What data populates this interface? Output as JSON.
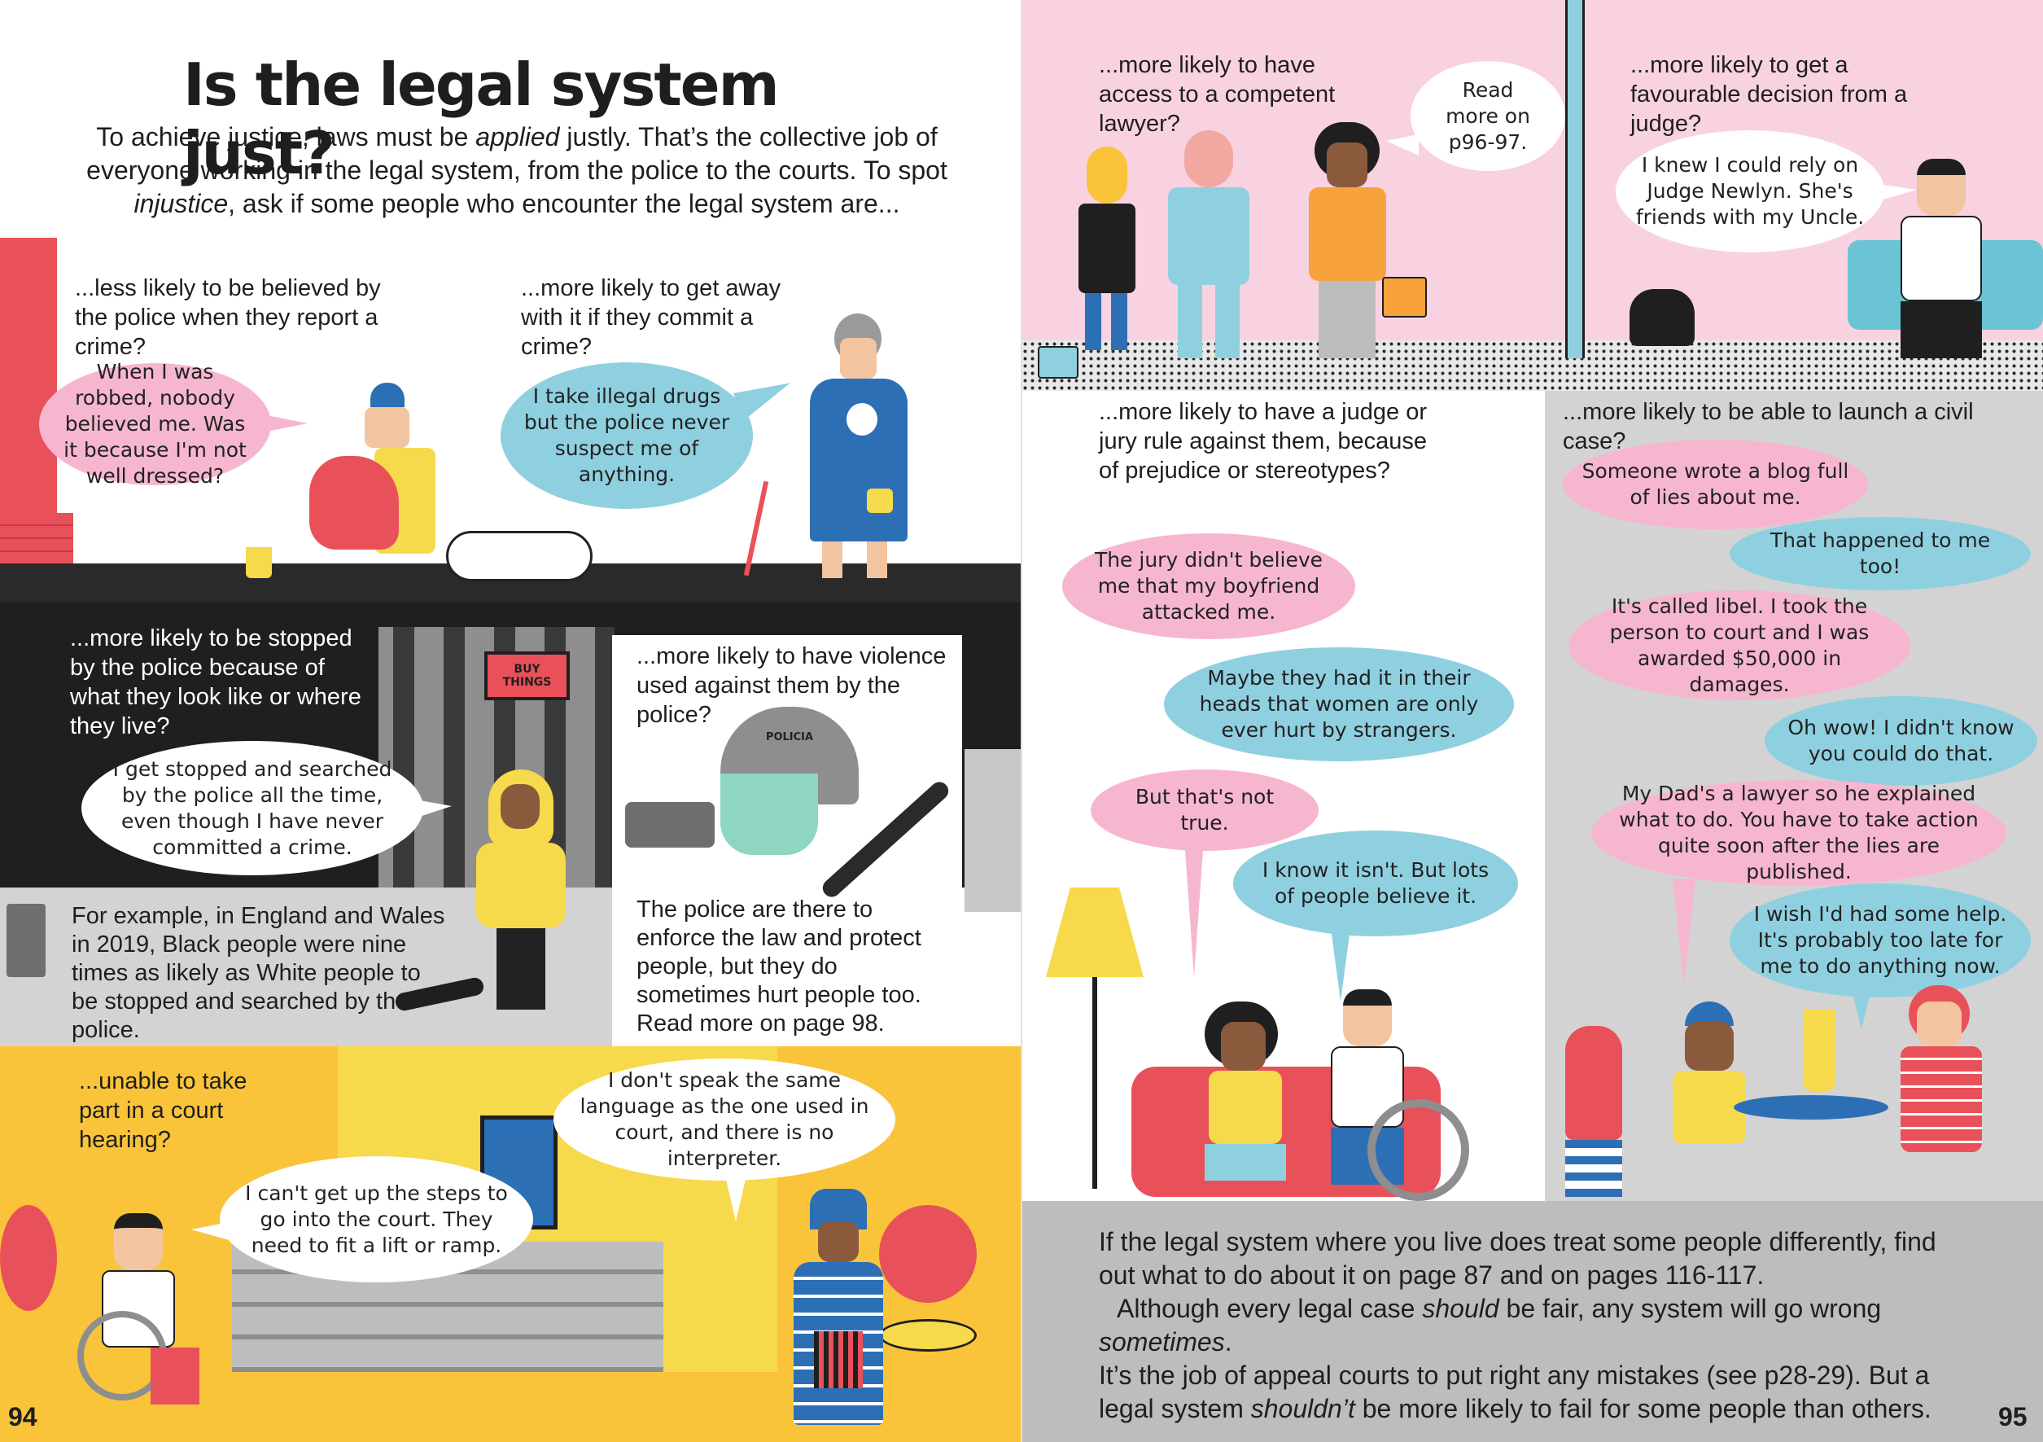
{
  "page": {
    "title": "Is the legal system just?",
    "intro_1": "To achieve justice, laws must be ",
    "intro_2": "applied",
    "intro_3": " justly. That’s the collective job of everyone working in the legal system, from the police to the courts. To spot ",
    "intro_4": "injustice",
    "intro_5": ", ask if some people who encounter the legal system are..."
  },
  "left": {
    "q_believed": "...less likely to be believed by the police when they report a crime?",
    "bubble_robbed": "When I was robbed, nobody believed me. Was it because I'm not well dressed?",
    "q_getaway": "...more likely to get away with it if they commit a crime?",
    "bubble_drugs": "I take illegal drugs but the police never suspect me of anything.",
    "q_stopped": "...more likely to be stopped by the police because of what they look like or where they live?",
    "billboard": "BUY THINGS",
    "bubble_stopped": "I get stopped and searched by the police all the time, even though I have never committed a crime.",
    "example_text": "For example, in England and Wales in 2019, Black people were nine times as likely as White people to be stopped and searched by the police.",
    "q_violence": "...more likely to have violence used against them by the police?",
    "helmet_label": "POLICIA",
    "police_text": "The police are there to enforce the law and protect people, but they do sometimes hurt people too. Read more on page 98.",
    "q_court": "...unable to take part in a court hearing?",
    "bubble_language": "I don't speak the same language as the one used in court, and there is no interpreter.",
    "bubble_steps": "I can't get up the steps to go into the court. They need to fit a lift or ramp.",
    "page_number": "94"
  },
  "right": {
    "q_lawyer": "...more likely to have access to a competent lawyer?",
    "bubble_readmore": "Read more on p96-97.",
    "q_judge": "...more likely to get a favourable decision from a judge?",
    "bubble_judge": "I knew I could rely on Judge Newlyn. She's friends with my Uncle.",
    "q_prejudice": "...more likely to have a judge or jury rule against them, because of prejudice or stereotypes?",
    "bubble_jury": "The jury didn't believe me that my boyfriend attacked me.",
    "bubble_maybe": "Maybe they had it in their heads that women are only ever hurt by strangers.",
    "bubble_nottrue": "But that's not true.",
    "bubble_iknow": "I know it isn't. But lots of people believe it.",
    "q_civil": "...more likely to be able to launch a civil case?",
    "bubble_blog": "Someone wrote a blog full of lies about me.",
    "bubble_metoo": "That happened to me too!",
    "bubble_libel": "It's called libel. I took the person to court and I was awarded $50,000 in damages.",
    "bubble_ohwow": "Oh wow! I didn't know you could do that.",
    "bubble_dad": "My Dad's a lawyer so he explained what to do. You have to take action quite soon after the lies are published.",
    "bubble_wish": "I wish I'd had some help. It's probably too late for me to do anything now.",
    "bottom_1": "If the legal system where you live does treat some people differently, find out what to do about it on page 87 and on pages 116-117.",
    "bottom_2a": "Although every legal case ",
    "bottom_2b": "should",
    "bottom_2c": " be fair, any system will go wrong ",
    "bottom_2d": "sometimes",
    "bottom_2e": ".",
    "bottom_3": "It’s the job of appeal courts to put right any mistakes (see p28-29). But a legal system ",
    "bottom_3b": "shouldn’t",
    "bottom_3c": " be more likely to fail for some people than others.",
    "page_number": "95"
  },
  "colors": {
    "pink": "#f7b6cf",
    "blue": "#8fd0e0",
    "yellow": "#f9c43a",
    "dark": "#1f1f1f",
    "grey": "#d3d3d3",
    "red": "#e9515a"
  }
}
